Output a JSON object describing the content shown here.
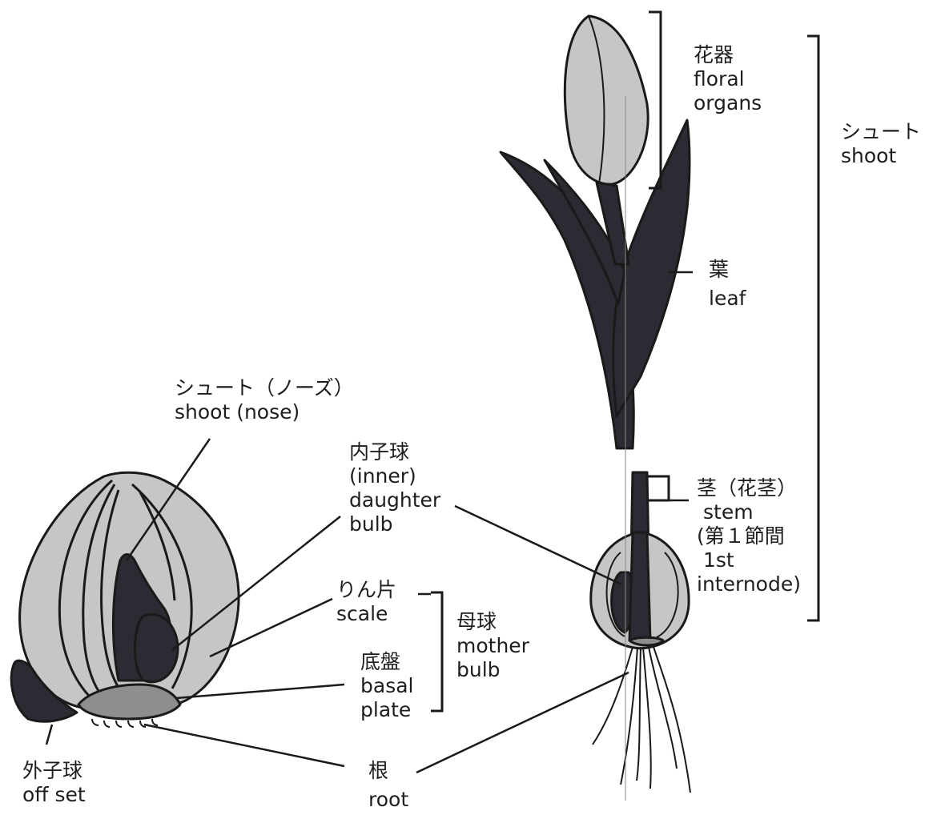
{
  "colors": {
    "background": "#ffffff",
    "scale_light": "#c6c6c6",
    "basal_plate": "#8e8e8e",
    "dark_tissue": "#2c2a33",
    "line": "#1a1a1a"
  },
  "labels": {
    "floral_organs": {
      "jp": "花器",
      "en1": "floral",
      "en2": "organs"
    },
    "shoot_right": {
      "jp": "シュート",
      "en": "shoot"
    },
    "leaf": {
      "jp": "葉",
      "en": "leaf"
    },
    "stem": {
      "jp": "茎（花茎）",
      "en": "stem",
      "sub1": "(第１節間",
      "sub2": "1st",
      "sub3": "internode)"
    },
    "shoot_nose": {
      "jp": "シュート（ノーズ）",
      "en": "shoot (nose)"
    },
    "inner_daughter_bulb": {
      "jp": "内子球",
      "en1": "(inner)",
      "en2": "daughter",
      "en3": "bulb"
    },
    "scale": {
      "jp": "りん片",
      "en": "scale"
    },
    "mother_bulb": {
      "jp": "母球",
      "en1": "mother",
      "en2": "bulb"
    },
    "basal_plate": {
      "jp": "底盤",
      "en1": "basal",
      "en2": "plate"
    },
    "offset": {
      "jp": "外子球",
      "en": "off set"
    },
    "root": {
      "jp": "根",
      "en": "root"
    }
  }
}
